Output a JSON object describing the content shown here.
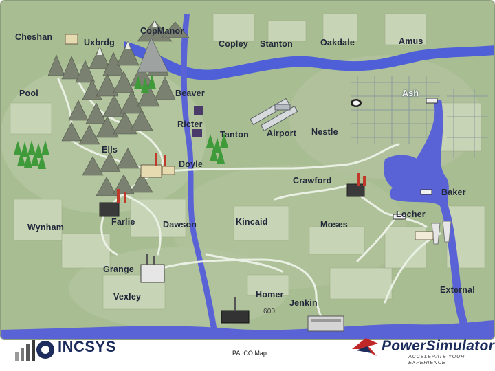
{
  "map": {
    "towns": {
      "cheshan": "Cheshan",
      "uxbrdg": "Uxbrdg",
      "copmanor": "CopManor",
      "copley": "Copley",
      "stanton": "Stanton",
      "oakdale": "Oakdale",
      "amus": "Amus",
      "pool": "Pool",
      "beaver": "Beaver",
      "ash": "Ash",
      "ricter": "Ricter",
      "tanton": "Tanton",
      "airport": "Airport",
      "nestle": "Nestle",
      "ells": "Ells",
      "doyle": "Doyle",
      "crawford": "Crawford",
      "baker": "Baker",
      "locher": "Locher",
      "farlie": "Farlie",
      "wynham": "Wynham",
      "dawson": "Dawson",
      "kincaid": "Kincaid",
      "moses": "Moses",
      "grange": "Grange",
      "vexley": "Vexley",
      "homer": "Homer",
      "jenkin": "Jenkin",
      "external": "External"
    },
    "value_600": "600"
  },
  "footer": {
    "incsys_name": "INCSYS",
    "map_caption": "PALCO Map",
    "product_name": "PowerSimulator",
    "tagline": "ACCELERATE YOUR EXPERIENCE"
  },
  "colors": {
    "land": "#a9bd93",
    "water": "#5a63d6",
    "river": "#4f5fd8",
    "powerline": "#e9efe5",
    "brand_navy": "#1c2c5c",
    "brand_red": "#c02828"
  }
}
